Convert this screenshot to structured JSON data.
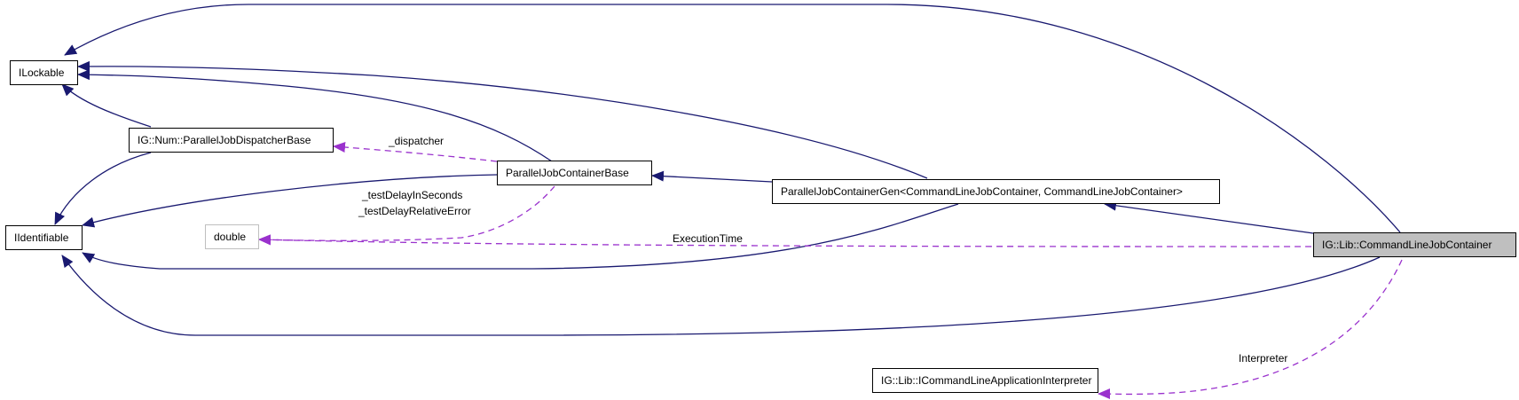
{
  "nodes": {
    "ilockable": "ILockable",
    "iidentifiable": "IIdentifiable",
    "dispatcher_base": "IG::Num::ParallelJobDispatcherBase",
    "container_base": "ParallelJobContainerBase",
    "double": "double",
    "container_gen": "ParallelJobContainerGen<CommandLineJobContainer, CommandLineJobContainer>",
    "command_line_job_container": "IG::Lib::CommandLineJobContainer",
    "interpreter": "IG::Lib::ICommandLineApplicationInterpreter"
  },
  "edge_labels": {
    "dispatcher": "_dispatcher",
    "test_delay_seconds": "_testDelayInSeconds",
    "test_delay_error": "_testDelayRelativeError",
    "execution_time": "ExecutionTime",
    "interpreter": "Interpreter"
  },
  "colors": {
    "inheritance": "#191970",
    "usage": "#9a32cd",
    "focus_fill": "#bfbfbf"
  }
}
